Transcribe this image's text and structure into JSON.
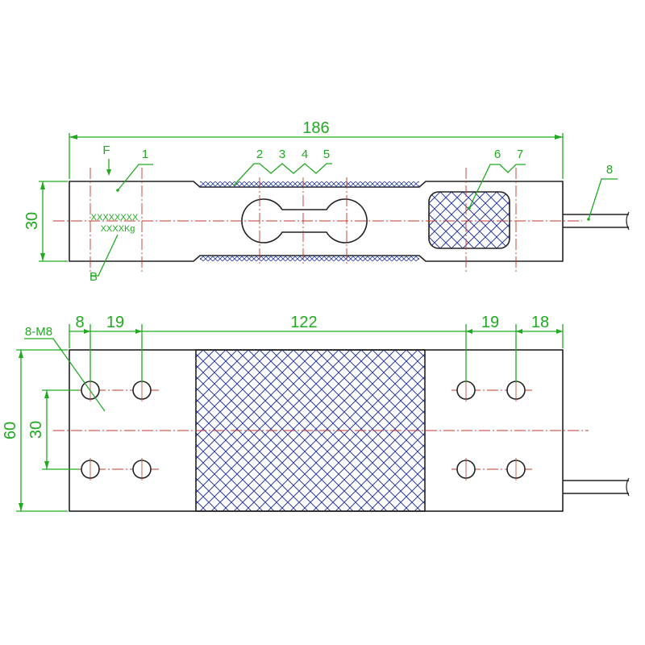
{
  "drawing": {
    "top_view": {
      "dim_length": "186",
      "dim_height": "30",
      "force_label": "F",
      "marking_line1": "XXXXXXXX",
      "marking_line2": "XXXXKg",
      "marking_tag": "B",
      "part_labels": [
        "1",
        "2",
        "3",
        "4",
        "5",
        "6",
        "7",
        "8"
      ]
    },
    "bottom_view": {
      "thread_label": "8-M8",
      "dim_8": "8",
      "dim_19_left": "19",
      "dim_122": "122",
      "dim_19_right": "19",
      "dim_18": "18",
      "dim_60": "60",
      "dim_30": "30"
    },
    "colors": {
      "outline": "#222222",
      "dimension": "#1faa1f",
      "centerline": "#c0392b",
      "hatch": "#2c3e9a"
    }
  }
}
